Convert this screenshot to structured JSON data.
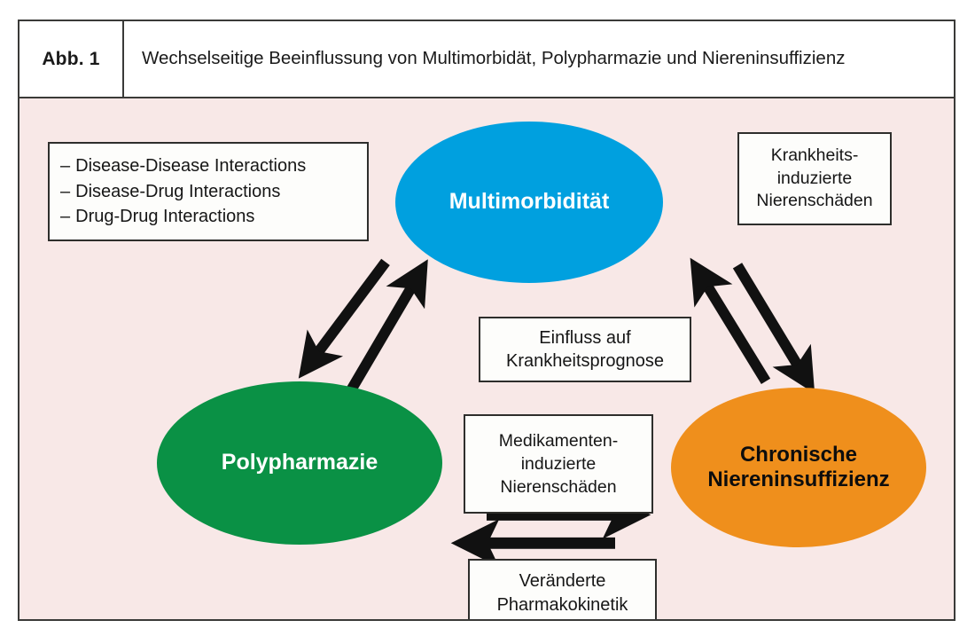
{
  "figure": {
    "label": "Abb. 1",
    "title": "Wechselseitige Beeinflussung von Multimorbidät, Polypharmazie und Niereninsuffizienz",
    "background_color": "#f8e8e7",
    "border_color": "#3a3a38"
  },
  "nodes": {
    "multimorbidity": {
      "label": "Multimorbidität",
      "fill": "#00a0df",
      "text_color": "#ffffff"
    },
    "polypharmacy": {
      "label": "Polypharmazie",
      "fill": "#0a9145",
      "text_color": "#ffffff"
    },
    "kidney": {
      "line1": "Chronische",
      "line2": "Niereninsuffizienz",
      "fill": "#ef8f1c",
      "text_color": "#0d0d0d"
    }
  },
  "callouts": {
    "interactions": {
      "dash": "–",
      "items": [
        "Disease-Disease Interactions",
        "Disease-Drug Interactions",
        "Drug-Drug Interactions"
      ]
    },
    "disease_induced_kidney_damage": {
      "line1": "Krankheits-",
      "line2": "induzierte",
      "line3": "Nierenschäden"
    },
    "prognosis": {
      "line1": "Einfluss auf",
      "line2": "Krankheitsprognose"
    },
    "drug_induced_kidney_damage": {
      "line1": "Medikamenten-",
      "line2": "induzierte",
      "line3": "Nierenschäden"
    },
    "pharmacokinetics": {
      "line1": "Veränderte",
      "line2": "Pharmakokinetik"
    }
  },
  "arrows": {
    "color": "#111111",
    "left_pair": {
      "down_left": "multimorbidity-to-polypharmacy",
      "up_right": "polypharmacy-to-multimorbidity"
    },
    "right_pair": {
      "up_left": "kidney-to-multimorbidity",
      "down_right": "multimorbidity-to-kidney"
    },
    "bottom_pair": {
      "right": "polypharmacy-to-kidney",
      "left": "kidney-to-polypharmacy"
    }
  }
}
